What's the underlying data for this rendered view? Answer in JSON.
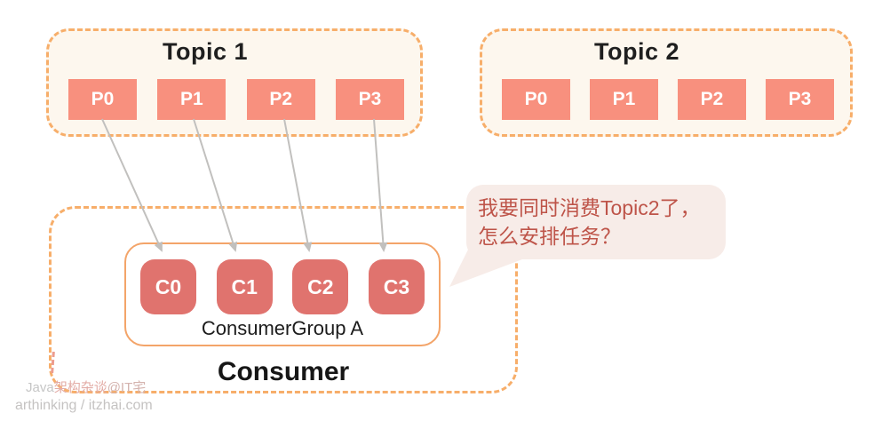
{
  "topics": [
    {
      "title": "Topic 1",
      "partitions": [
        "P0",
        "P1",
        "P2",
        "P3"
      ]
    },
    {
      "title": "Topic 2",
      "partitions": [
        "P0",
        "P1",
        "P2",
        "P3"
      ]
    }
  ],
  "consumer_section": {
    "label": "Consumer",
    "group": {
      "label": "ConsumerGroup A",
      "consumers": [
        "C0",
        "C1",
        "C2",
        "C3"
      ]
    }
  },
  "speech_bubble": {
    "line1": "我要同时消费Topic2了，",
    "line2": "怎么安排任务？"
  },
  "watermark": {
    "brand_java": "Java",
    "brand_name": "架构杂谈",
    "brand_site_tag": "@IT宅",
    "footer": "arthinking / itzhai.com"
  },
  "colors": {
    "topic_bg": "#FDF7EE",
    "dashed_border": "#F7AE6A",
    "partition_fill": "#F8907E",
    "consumer_fill": "#E0736E",
    "group_border": "#F3A469",
    "bubble_bg": "#F7ECE8",
    "bubble_text": "#BE5449",
    "arrow": "#C1C0BE",
    "title_text": "#1F1F1F"
  }
}
